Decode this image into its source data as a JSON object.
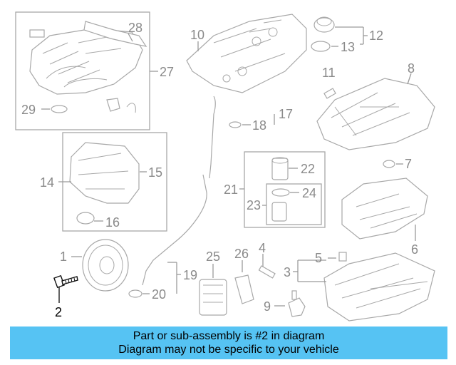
{
  "diagram": {
    "callouts": {
      "c1": "1",
      "c2": "2",
      "c3": "3",
      "c4": "4",
      "c5": "5",
      "c6": "6",
      "c7": "7",
      "c8": "8",
      "c9": "9",
      "c10": "10",
      "c11": "11",
      "c12": "12",
      "c13": "13",
      "c14": "14",
      "c15": "15",
      "c16": "16",
      "c17": "17",
      "c18": "18",
      "c19": "19",
      "c20": "20",
      "c21": "21",
      "c22": "22",
      "c23": "23",
      "c24": "24",
      "c25": "25",
      "c26": "26",
      "c27": "27",
      "c28": "28",
      "c29": "29"
    },
    "highlighted_part": "2"
  },
  "banner": {
    "line1": "Part or sub-assembly is #2 in diagram",
    "line2": "Diagram may not be specific to your vehicle",
    "color": "#56c3f3"
  }
}
